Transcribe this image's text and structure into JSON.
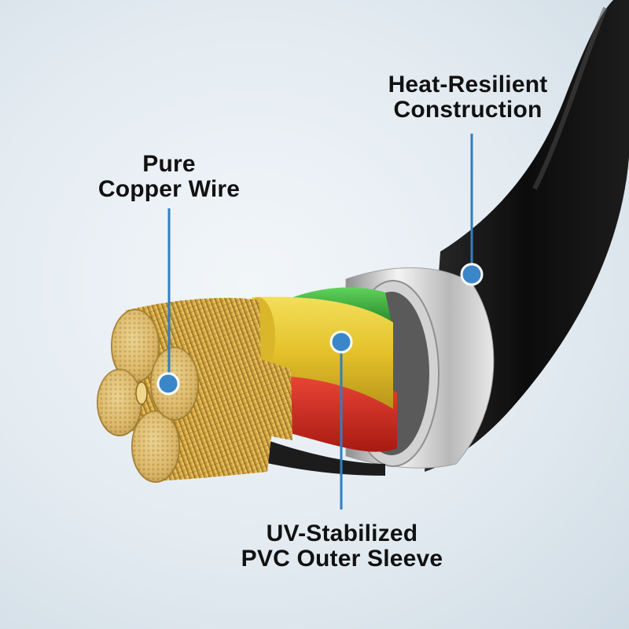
{
  "callouts": {
    "copper": {
      "line1": "Pure",
      "line2": "Copper Wire"
    },
    "heat": {
      "line1": "Heat-Resilient",
      "line2": "Construction"
    },
    "uv": {
      "line1": "UV-Stabilized",
      "line2": "PVC Outer Sleeve"
    }
  },
  "colors": {
    "background": "#e3ebf1",
    "cable_jacket": "#161616",
    "ferrule": "#d9d9d9",
    "wire_yellow": "#e7c52a",
    "wire_green": "#2ea43a",
    "wire_red": "#d42a1f",
    "copper": "#d4a640",
    "callout_line": "#2f7fc1",
    "callout_dot": "#3a86c8"
  },
  "icons": [
    "callout-dot-icon"
  ]
}
